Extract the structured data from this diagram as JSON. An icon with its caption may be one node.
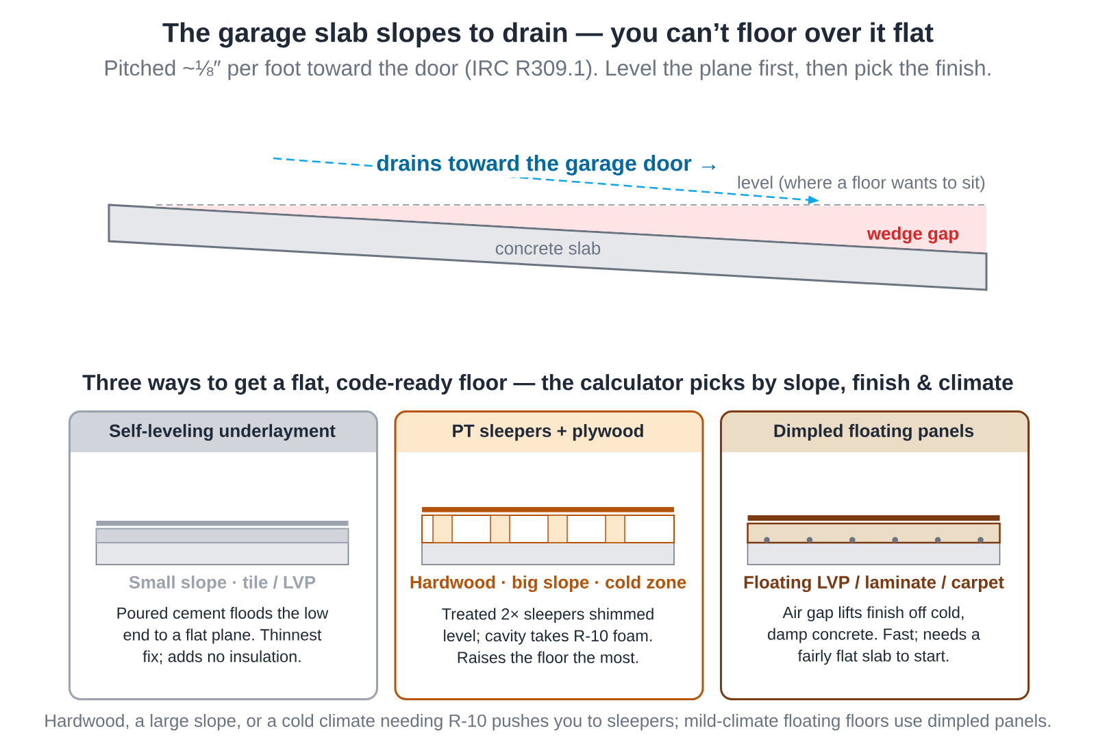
{
  "diagram": {
    "title": "The garage slab slopes to drain — you can’t floor over it flat",
    "caption": "Hardwood, a large slope, or a cold climate needing R-10 pushes you to sleepers; mild-climate floating floors use dimpled panels.",
    "nodes": [
      {
        "text": [
          "concrete slab"
        ]
      },
      {
        "text": [
          "wedge gap"
        ]
      },
      {
        "text": [
          "Self-leveling underlayment",
          "Small slope · tile / LVP",
          "Poured cement floods the low end to a flat plane. Thinnest fix; adds no insulation."
        ]
      },
      {
        "text": [
          "PT sleepers + plywood",
          "Hardwood · big slope · cold zone",
          "Treated 2× sleepers shimmed level; cavity takes R-10 foam. Raises the floor the most."
        ]
      },
      {
        "text": [
          "Dimpled floating panels",
          "Floating LVP / laminate / carpet",
          "Air gap lifts finish off cold, damp concrete. Fast; needs a fairly flat slab to start."
        ]
      }
    ],
    "labels": [
      "Pitched ~⅛″ per foot toward the door (IRC R309.1). Level the plane first, then pick the finish.",
      "drains toward the garage door →",
      "level (where a floor wants to sit)",
      "Three ways to get a flat, code-ready floor — the calculator picks by slope, finish & climate"
    ]
  }
}
